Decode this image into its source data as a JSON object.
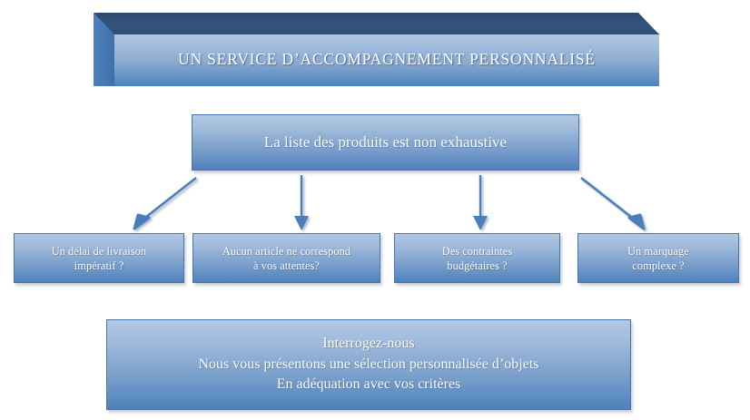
{
  "document": {
    "title": "Un service d'accompagnement personnalisé",
    "type": "flow-diagram"
  },
  "colors": {
    "accent_blue": "#4f81bd",
    "light_blue": "#b3c8e3",
    "border_blue": "#4775ad",
    "bevel_navy": "#2b486e",
    "arrow_blue": "#4a7ebb",
    "text_white": "#ffffff",
    "background": "#ffffff"
  },
  "banner": {
    "title": "UN SERVICE  D’ACCOMPAGNEMENT  PERSONNALISÉ",
    "style": "3d-beveled-block"
  },
  "main_box": {
    "text": "La liste des produits est non exhaustive"
  },
  "questions": [
    {
      "id": "delai",
      "lines": [
        "Un délai de livraison",
        "impératif ?"
      ]
    },
    {
      "id": "article",
      "lines": [
        "Aucun article ne correspond",
        "à vos attentes?"
      ]
    },
    {
      "id": "budget",
      "lines": [
        "Des contraintes",
        "budgétaires ?"
      ]
    },
    {
      "id": "marquage",
      "lines": [
        "Un marquage",
        "complexe ?"
      ]
    }
  ],
  "conclusion": {
    "lines": [
      "Interrogez-nous",
      "Nous vous présentons une sélection personnalisée d’objets",
      "En adéquation avec vos critères"
    ]
  },
  "arrows": [
    {
      "id": "arrow-to-delai",
      "shape": "diagonal-down-left",
      "from": "main_box",
      "to": "questions.0"
    },
    {
      "id": "arrow-to-article",
      "shape": "vertical-down",
      "from": "main_box",
      "to": "questions.1"
    },
    {
      "id": "arrow-to-budget",
      "shape": "vertical-down",
      "from": "main_box",
      "to": "questions.2"
    },
    {
      "id": "arrow-to-marquage",
      "shape": "diagonal-down-right",
      "from": "main_box",
      "to": "questions.3"
    }
  ]
}
